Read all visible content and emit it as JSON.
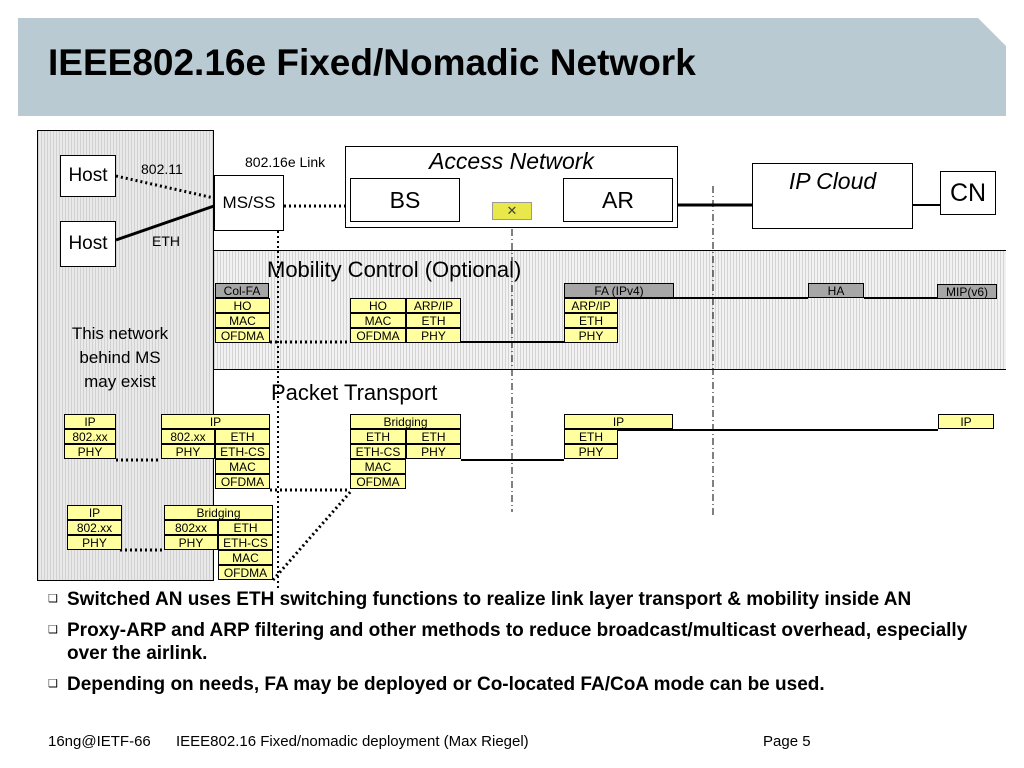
{
  "title": "IEEE802.16e Fixed/Nomadic Network",
  "nodes": {
    "host1": "Host",
    "host2": "Host",
    "ms_ss": "MS/SS",
    "bs": "BS",
    "ar": "AR",
    "cn": "CN",
    "access_network": "Access Network",
    "ip_cloud": "IP Cloud"
  },
  "links": {
    "wifi": "802.11",
    "eth": "ETH",
    "link_80216e": "802.16e Link"
  },
  "switch_icon": "ethernet-switch-icon",
  "ms_note": [
    "This network",
    "behind MS",
    "may exist"
  ],
  "sections": {
    "mobility": "Mobility Control (Optional)",
    "transport": "Packet Transport"
  },
  "mobility_labels": {
    "col_fa": "Col-FA",
    "fa": "FA (IPv4)",
    "ha": "HA",
    "mip": "MIP(v6)"
  },
  "stack_cells": {
    "ms_ho": "HO",
    "ms_mac": "MAC",
    "ms_ofdma": "OFDMA",
    "bs_ho": "HO",
    "bs_mac": "MAC",
    "bs_ofdma": "OFDMA",
    "bs_arpip": "ARP/IP",
    "bs_eth": "ETH",
    "bs_phy": "PHY",
    "ar_arpip": "ARP/IP",
    "ar_eth": "ETH",
    "ar_phy": "PHY",
    "h1_ip": "IP",
    "h1_80211": "802.xx",
    "h1_phy": "PHY",
    "ms1_ip": "IP",
    "ms1_80211": "802.xx",
    "ms1_phy": "PHY",
    "ms1_eth": "ETH",
    "ms1_ethcs": "ETH-CS",
    "ms1_mac": "MAC",
    "ms1_ofdma": "OFDMA",
    "bs2_bridging": "Bridging",
    "bs2_eth1": "ETH",
    "bs2_eth2": "ETH",
    "bs2_ethcs": "ETH-CS",
    "bs2_phy": "PHY",
    "bs2_mac": "MAC",
    "bs2_ofdma": "OFDMA",
    "ar2_ip": "IP",
    "ar2_eth": "ETH",
    "ar2_phy": "PHY",
    "cn_ip": "IP",
    "h2_ip": "IP",
    "h2_80211": "802.xx",
    "h2_phy": "PHY",
    "ms2_bridging": "Bridging",
    "ms2_80211": "802xx",
    "ms2_phy": "PHY",
    "ms2_eth": "ETH",
    "ms2_ethcs": "ETH-CS",
    "ms2_mac": "MAC",
    "ms2_ofdma": "OFDMA"
  },
  "bullets": [
    "Switched AN uses ETH switching functions to realize link layer transport & mobility inside AN",
    "Proxy-ARP and ARP filtering and other methods to reduce broadcast/multicast overhead, especially over the airlink.",
    "Depending on needs, FA may be deployed or Co-located FA/CoA mode can be used."
  ],
  "bullet_marker": "❑",
  "footer": {
    "left": "16ng@IETF-66",
    "center": "IEEE802.16 Fixed/nomadic deployment (Max Riegel)",
    "right": "Page 5"
  }
}
